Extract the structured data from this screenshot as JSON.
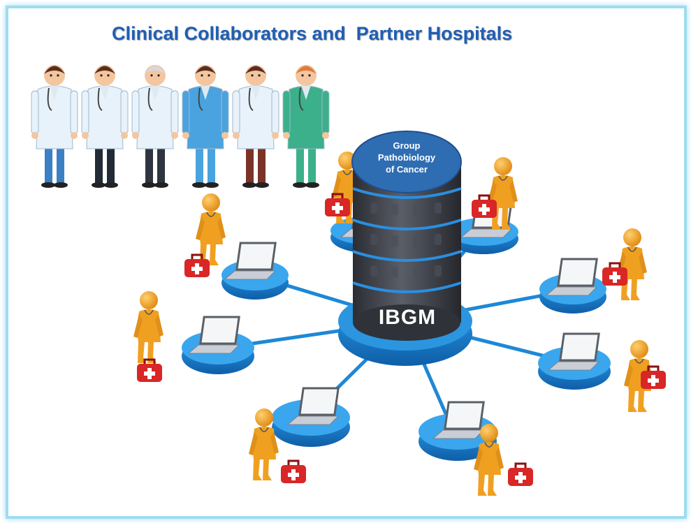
{
  "title": "Clinical Collaborators and  Partner Hospitals",
  "hub": {
    "top_label_lines": [
      "Group",
      "Pathobiology",
      "of Cancer"
    ],
    "base_label": "IBGM"
  },
  "doctors": [
    {
      "role": "doctor",
      "coat": "#e8f2fb",
      "trousers": "#3b7fc4"
    },
    {
      "role": "doctor",
      "coat": "#e8f2fb",
      "trousers": "#222a36"
    },
    {
      "role": "senior-doctor",
      "coat": "#e8f2fb",
      "trousers": "#2e3540"
    },
    {
      "role": "surgeon",
      "coat": "#4aa3df",
      "trousers": "#4aa3df"
    },
    {
      "role": "doctor",
      "coat": "#e8f2fb",
      "trousers": "#7b3328"
    },
    {
      "role": "nurse",
      "coat": "#3bb08a",
      "trousers": "#3bb08a"
    }
  ],
  "nodes": [
    {
      "name": "north-west-upper"
    },
    {
      "name": "north-east-upper"
    },
    {
      "name": "west-upper"
    },
    {
      "name": "east-upper"
    },
    {
      "name": "west-lower"
    },
    {
      "name": "east-lower"
    },
    {
      "name": "south-west"
    },
    {
      "name": "south-east"
    }
  ],
  "colors": {
    "title": "#1f5fb4",
    "disc": "#1e88d6",
    "cylinder": "#3d4047",
    "hub_top": "#2f6db3",
    "person": "#f0a020",
    "kit": "#d92626"
  }
}
